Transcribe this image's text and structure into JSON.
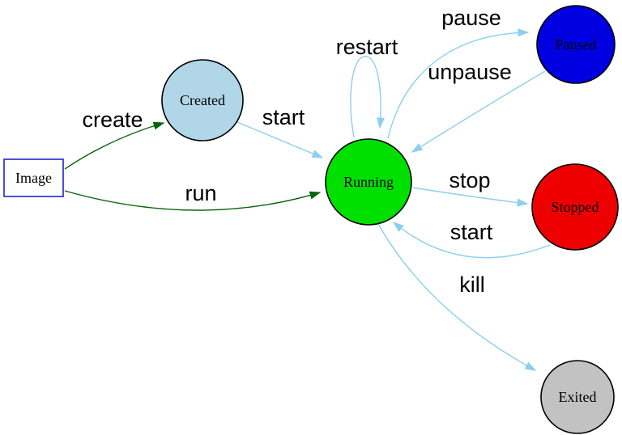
{
  "diagram": {
    "type": "state-diagram",
    "subject": "container lifecycle",
    "colors": {
      "background": "#ffffff",
      "edge_blue": "#8ccfee",
      "edge_green": "#0a640a",
      "node_stroke": "#000000",
      "label_color": "#000000",
      "image_fill": "#ffffff",
      "image_stroke": "#2323cc",
      "created_fill": "#b0d6e8",
      "running_fill": "#00e000",
      "paused_fill": "#0000e0",
      "stopped_fill": "#ee0000",
      "exited_fill": "#c2c2c2"
    },
    "nodes": {
      "image": {
        "label": "Image"
      },
      "created": {
        "label": "Created"
      },
      "running": {
        "label": "Running"
      },
      "paused": {
        "label": "Paused"
      },
      "stopped": {
        "label": "Stopped"
      },
      "exited": {
        "label": "Exited"
      }
    },
    "edges": {
      "create": {
        "label": "create",
        "from": "image",
        "to": "created"
      },
      "run": {
        "label": "run",
        "from": "image",
        "to": "running"
      },
      "start_from_created": {
        "label": "start",
        "from": "created",
        "to": "running"
      },
      "restart": {
        "label": "restart",
        "from": "running",
        "to": "running"
      },
      "pause": {
        "label": "pause",
        "from": "running",
        "to": "paused"
      },
      "unpause": {
        "label": "unpause",
        "from": "paused",
        "to": "running"
      },
      "stop": {
        "label": "stop",
        "from": "running",
        "to": "stopped"
      },
      "start_from_stopped": {
        "label": "start",
        "from": "stopped",
        "to": "running"
      },
      "kill": {
        "label": "kill",
        "from": "running",
        "to": "exited"
      }
    }
  }
}
